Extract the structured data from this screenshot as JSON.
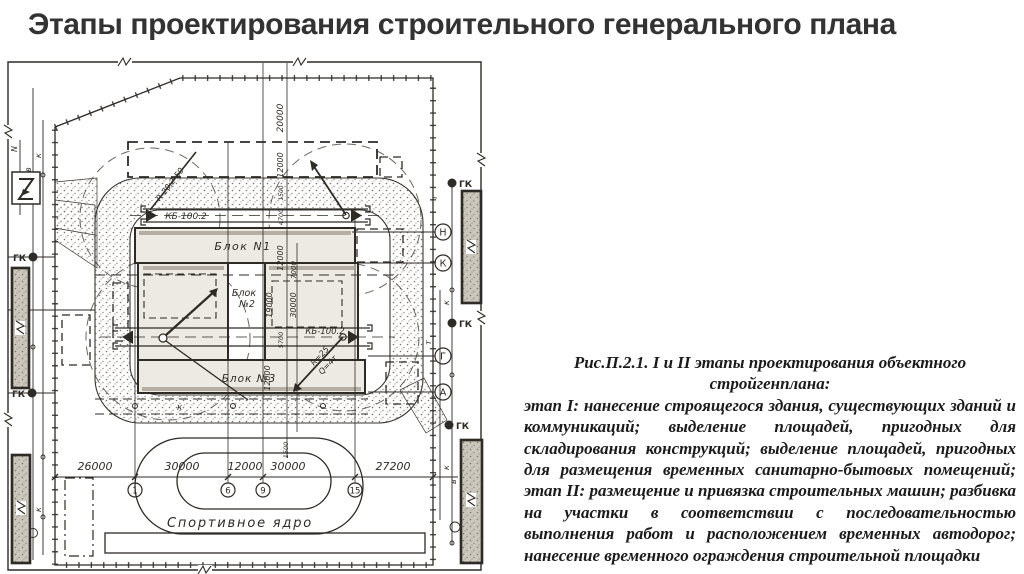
{
  "slide": {
    "title": "Этапы проектирования строительного генерального плана"
  },
  "figure_caption": {
    "heading_line1": "Рис.П.2.1.  I и II этапы проектирования объектного",
    "heading_line2": "стройгенплана:",
    "body": "этап I: нанесение строящегося здания, существующих зданий и коммуникаций; выделение площадей, пригодных для складирования конструкций; выделение площадей, пригодных для размещения временных санитарно-бытовых помещений; этап II: размещение и привязка строительных машин; разбивка на участки в соответствии с последовательностью выполнения работ и расположением временных автодорог; нанесение временного ограждения строительной площадки"
  },
  "plan": {
    "block1": "Блок N1",
    "block2_line1": "Блок",
    "block2_line2": "№2",
    "block3": "Блок №3",
    "crane_type": "КБ-100.2",
    "crane1_note": "R-20,2-50",
    "crane2_radius": "R=25",
    "crane2_capacity": "Q=4т",
    "stadium": "Спортивное ядро",
    "gk": "ГК",
    "north": "N",
    "util": {
      "k": "к",
      "v": "в",
      "t": "т"
    },
    "axis_letters": [
      "Н",
      "К",
      "Г",
      "А"
    ],
    "axis_numbers": [
      "1",
      "6",
      "9",
      "15"
    ],
    "dims_bottom": [
      "26000",
      "30000",
      "12000",
      "30000",
      "27200"
    ],
    "dims_vertical": [
      "20000",
      "12000",
      "1500",
      "4700",
      "12000",
      "7000",
      "19000",
      "30000",
      "5700",
      "12000",
      "1500"
    ]
  },
  "colors": {
    "ink": "#2e2a26",
    "title": "#333333",
    "paper": "#ffffff"
  }
}
